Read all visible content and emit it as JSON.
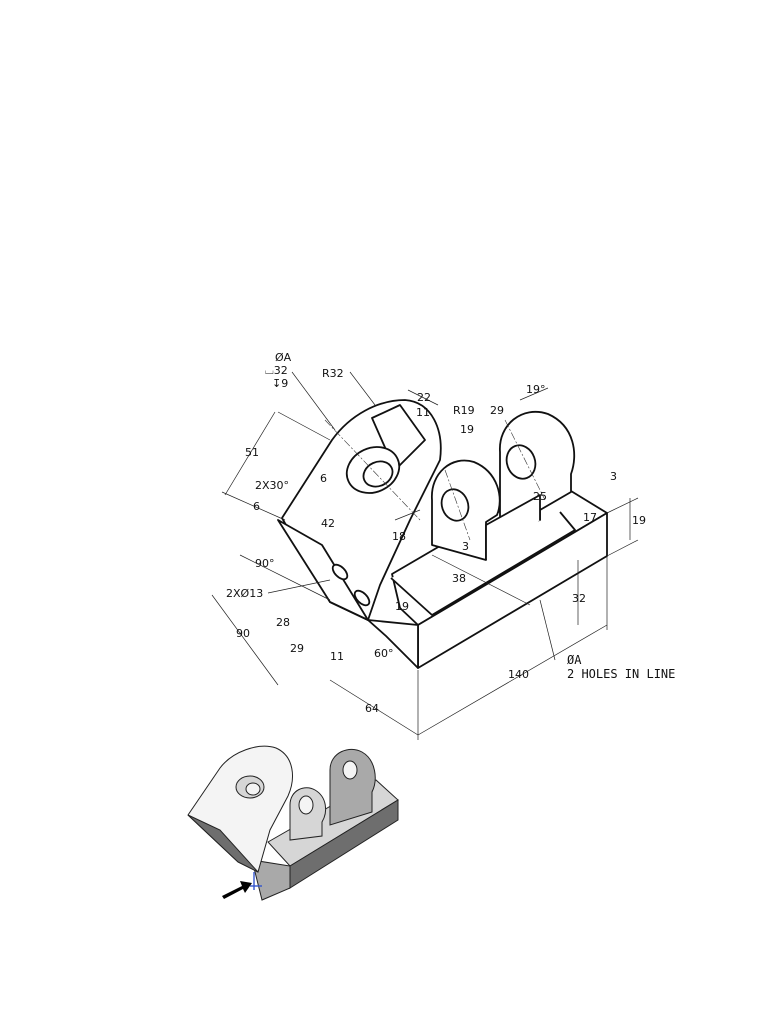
{
  "drawing": {
    "hole_note": [
      "ØA",
      "⌴32",
      "↧9"
    ],
    "dimensions": {
      "r32": "R32",
      "d22": "22",
      "d11_top": "11",
      "r19": "R19",
      "d29_top": "29",
      "d19_top": "19°",
      "d19_mid": "19",
      "d51": "51",
      "chamfer": "2X30°",
      "d6_a": "6",
      "d6_b": "6",
      "d42": "42",
      "d18": "18",
      "d3_a": "3",
      "d3_b": "3",
      "d25": "25",
      "d17": "17",
      "d19_right": "19",
      "d38": "38",
      "d32": "32",
      "d19_bottom": "19",
      "a90": "90°",
      "holes_13": "2XØ13",
      "d28": "28",
      "d29_bottom": "29",
      "d90": "90",
      "d11_bottom": "11",
      "a60": "60°",
      "d140": "140",
      "d64": "64"
    },
    "holes_note": [
      "ØA",
      "2 HOLES IN LINE"
    ]
  },
  "colors": {
    "line": "#111111",
    "shade_dark": "#6e6e6e",
    "shade_mid": "#a9a9a9",
    "shade_light": "#d6d6d6",
    "face_white": "#f4f4f4",
    "arrow": "#000000",
    "axis_blue": "#3355cc"
  }
}
